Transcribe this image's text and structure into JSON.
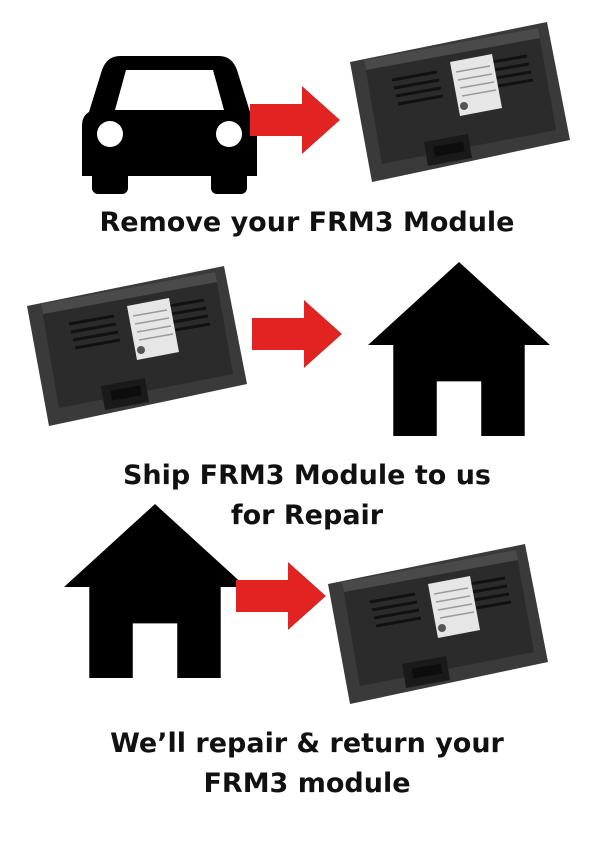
{
  "steps": [
    {
      "caption_lines": [
        "Remove your FRM3 Module"
      ],
      "from_icon": "car-icon",
      "to_icon": "frm3-module-image"
    },
    {
      "caption_lines": [
        "Ship FRM3 Module to us",
        "for Repair"
      ],
      "from_icon": "frm3-module-image",
      "to_icon": "house-icon"
    },
    {
      "caption_lines": [
        "We’ll repair & return your",
        "FRM3 module"
      ],
      "from_icon": "house-icon",
      "to_icon": "frm3-module-image"
    }
  ],
  "colors": {
    "arrow": "#e32222",
    "icon": "#000000",
    "text": "#111111",
    "module_body": "#2b2b2b",
    "module_tray": "#3a3a3a",
    "module_label": "#e6e6e6"
  }
}
